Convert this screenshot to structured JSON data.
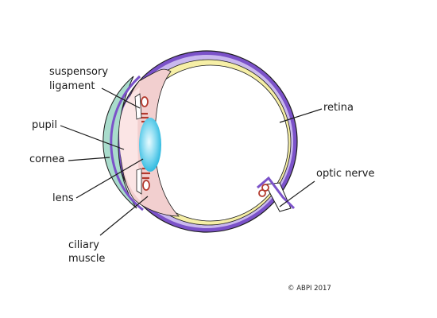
{
  "labels": {
    "suspensory_line1": "suspensory",
    "suspensory_line2": "ligament",
    "pupil": "pupil",
    "cornea": "cornea",
    "lens": "lens",
    "ciliary_line1": "ciliary",
    "ciliary_line2": "muscle",
    "retina": "retina",
    "optic_nerve": "optic nerve"
  },
  "copyright": "© ABPI 2017",
  "colors": {
    "sclera": "#7b52c9",
    "retina": "#f6efa6",
    "choroid": "#f2cfcf",
    "lens": "#7fd8f0",
    "cornea": "#a9dccc",
    "muscle": "#b33a2e"
  }
}
